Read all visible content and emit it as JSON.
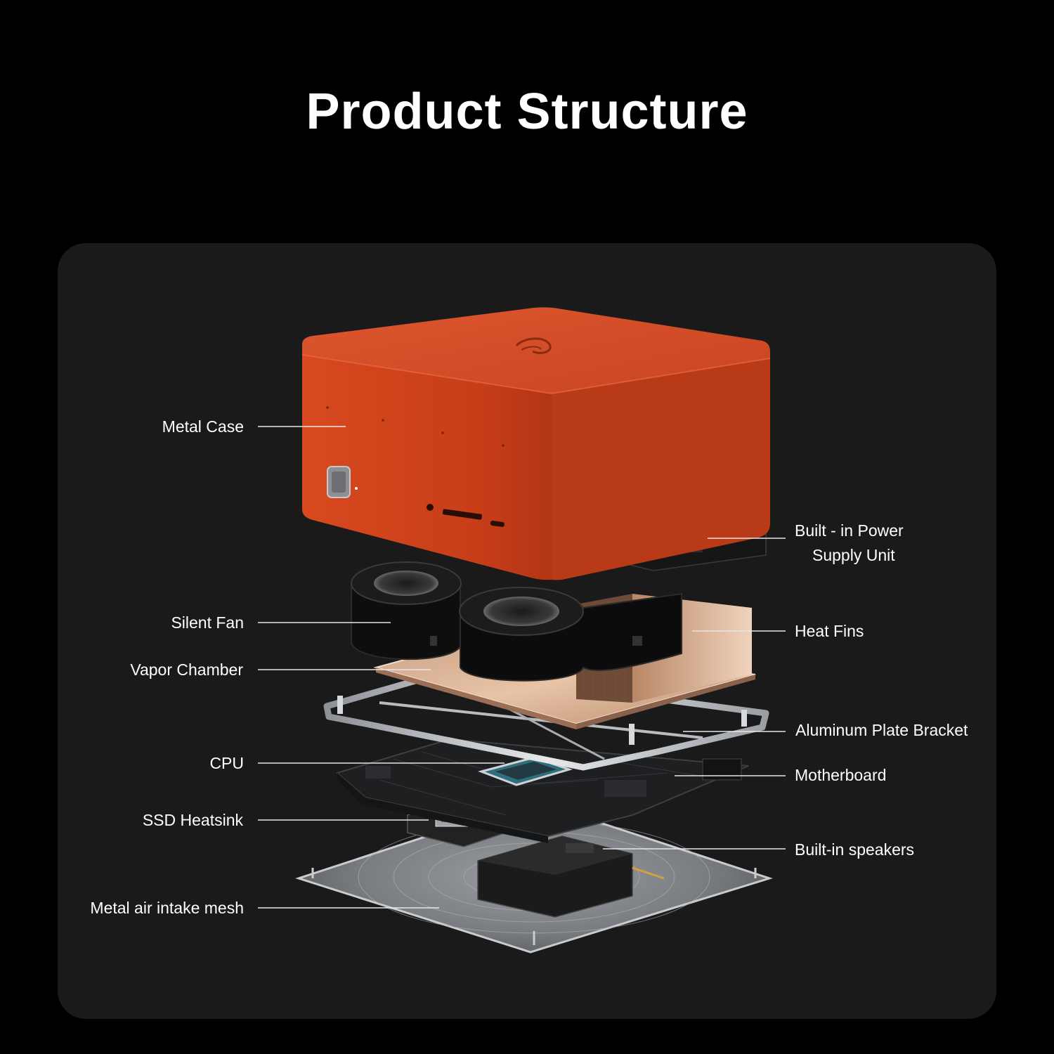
{
  "title": "Product Structure",
  "colors": {
    "background": "#000000",
    "panel": "#1a1a1a",
    "case": "#d2441f",
    "copper": "#d9a784",
    "text": "#ffffff"
  },
  "icons": {
    "case_logo": "swirl-logo-icon",
    "power_button": "power-button-icon"
  },
  "labels": {
    "metal_case": "Metal Case",
    "silent_fan": "Silent Fan",
    "vapor_chamber": "Vapor Chamber",
    "cpu": "CPU",
    "ssd_heatsink": "SSD Heatsink",
    "metal_air_intake_mesh": "Metal air intake mesh",
    "psu_line1": "Built - in Power",
    "psu_line2": "Supply Unit",
    "heat_fins": "Heat Fins",
    "aluminum_plate_bracket": "Aluminum Plate Bracket",
    "motherboard": "Motherboard",
    "built_in_speakers": "Built-in speakers"
  }
}
